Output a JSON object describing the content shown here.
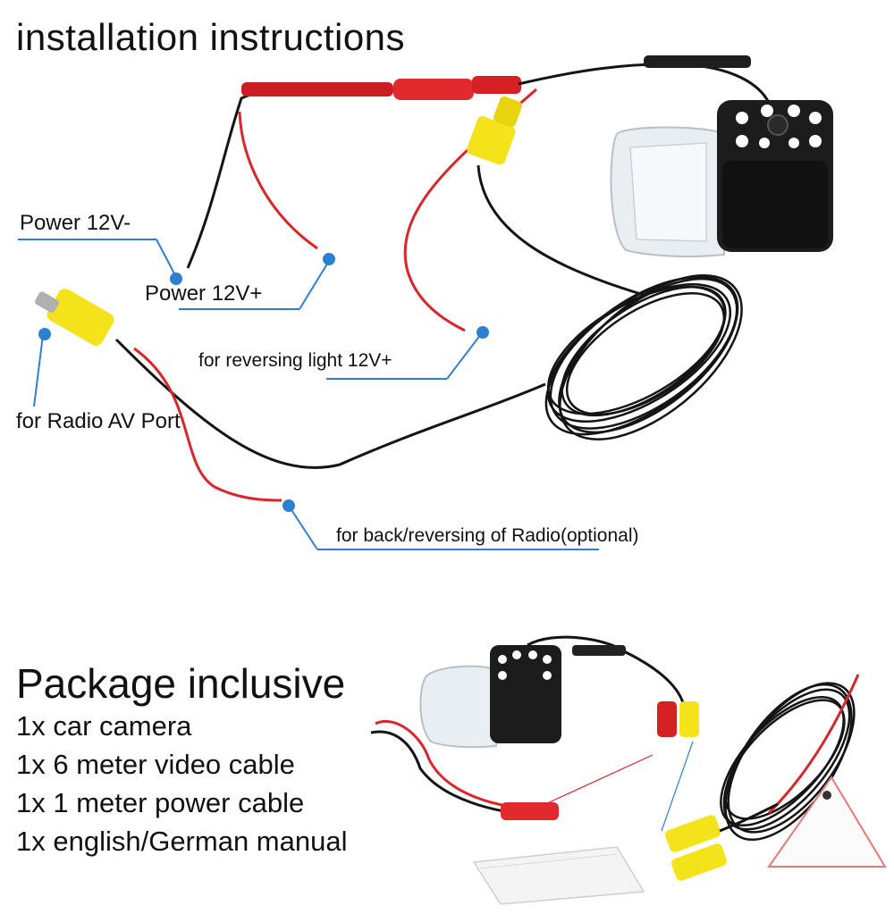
{
  "install": {
    "title": "installation instructions",
    "labels": {
      "power_neg": "Power 12V-",
      "power_pos": "Power 12V+",
      "reversing_light": "for reversing light 12V+",
      "radio_av": "for Radio AV Port",
      "back_reversing": "for back/reversing of Radio(optional)"
    }
  },
  "package": {
    "title": "Package inclusive",
    "items": [
      "1x car camera",
      "1x 6 meter video cable",
      "1x 1 meter power cable",
      "1x english/German manual"
    ]
  },
  "colors": {
    "wire_red": "#d8262a",
    "wire_black": "#141414",
    "rca_yellow": "#f4e21a",
    "leader_blue": "#2d7fd0",
    "camera_body": "#1c1c1c"
  },
  "icons": [
    "car-camera-icon",
    "video-cable-icon",
    "power-cable-icon",
    "manual-icon",
    "certificate-label-icon"
  ]
}
